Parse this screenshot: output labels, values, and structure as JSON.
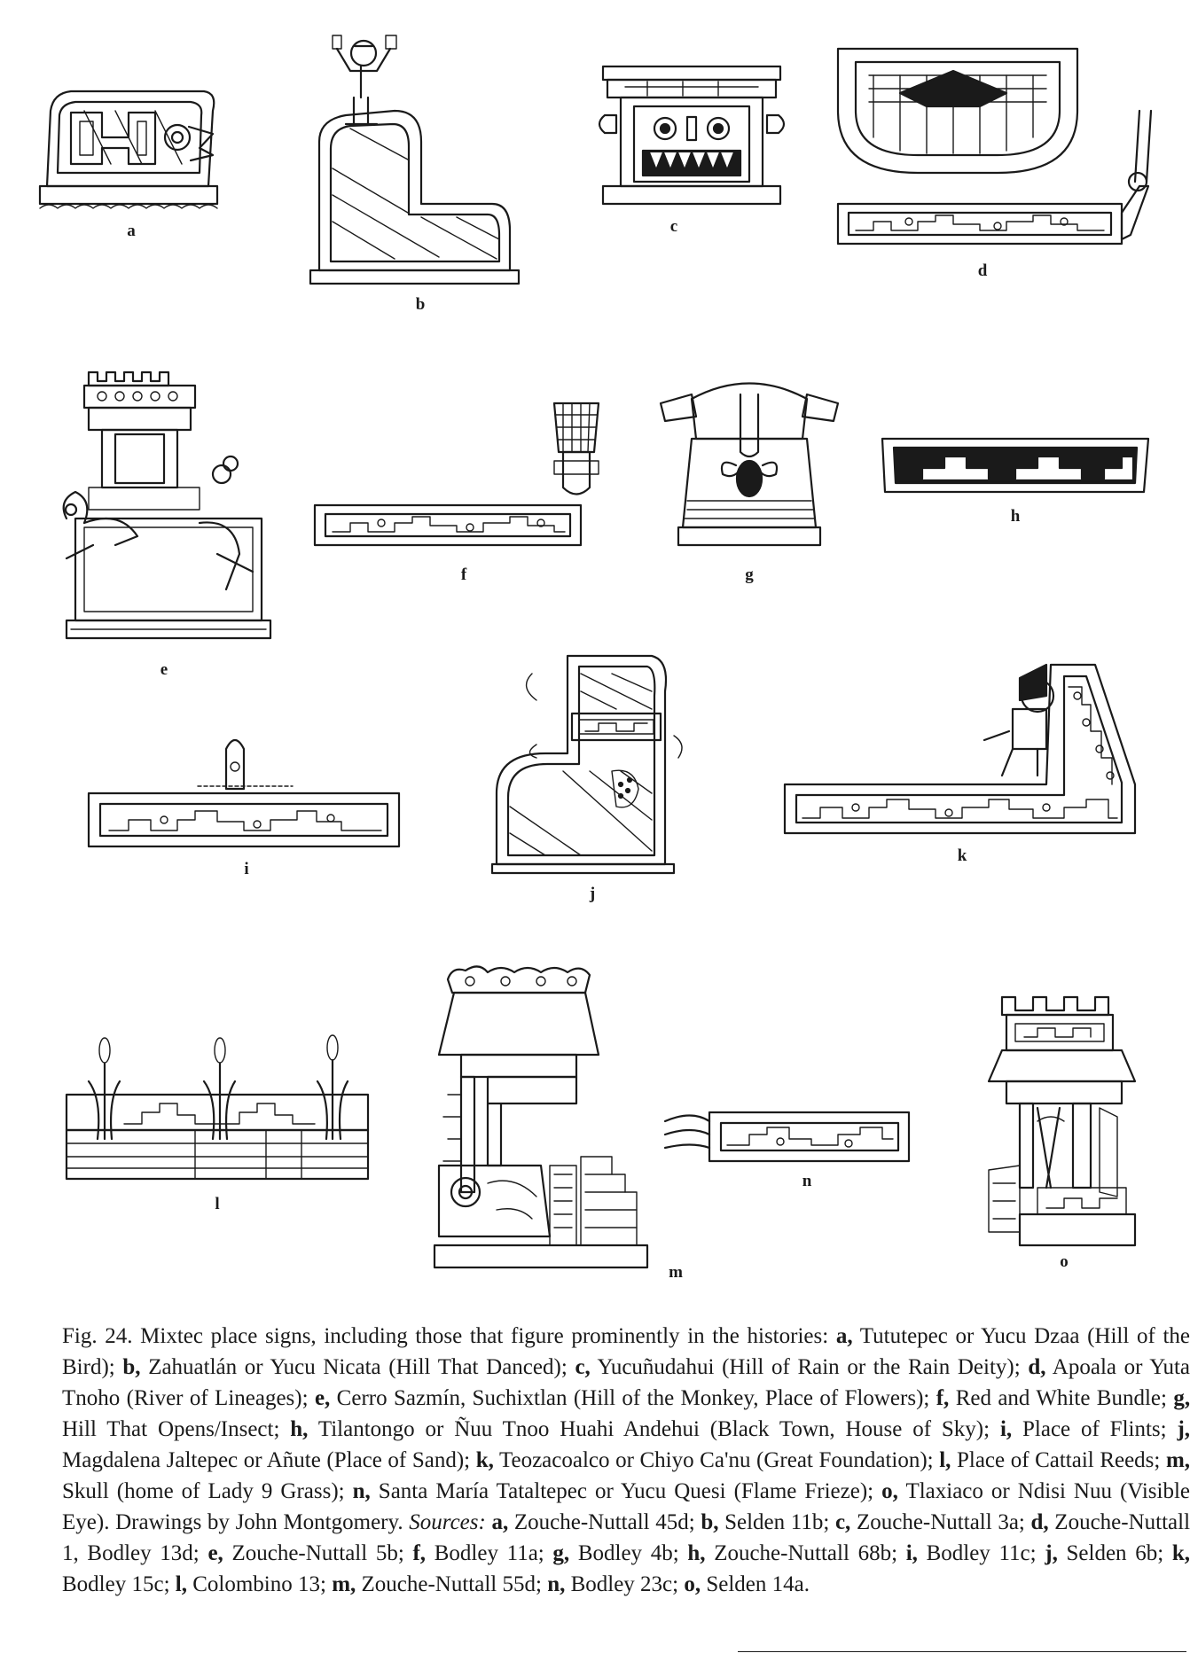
{
  "figure": {
    "labels": [
      "a",
      "b",
      "c",
      "d",
      "e",
      "f",
      "g",
      "h",
      "i",
      "j",
      "k",
      "l",
      "m",
      "n",
      "o"
    ]
  },
  "caption": {
    "fig_number": "Fig. 24.",
    "intro": "Mixtec place signs, including those that figure prominently in the histories:",
    "entries": [
      {
        "key": "a,",
        "text": "Tututepec or Yucu Dzaa (Hill of the Bird);"
      },
      {
        "key": "b,",
        "text": "Zahuatlán or Yucu Nicata (Hill That Danced);"
      },
      {
        "key": "c,",
        "text": "Yucuñudahui (Hill of Rain or the Rain Deity);"
      },
      {
        "key": "d,",
        "text": "Apoala or Yuta Tnoho (River of Lineages);"
      },
      {
        "key": "e,",
        "text": "Cerro Sazmín, Suchixtlan (Hill of the Monkey, Place of Flowers);"
      },
      {
        "key": "f,",
        "text": "Red and White Bundle;"
      },
      {
        "key": "g,",
        "text": "Hill That Opens/Insect;"
      },
      {
        "key": "h,",
        "text": "Tilantongo or Ñuu Tnoo Huahi Andehui (Black Town, House of Sky);"
      },
      {
        "key": "i,",
        "text": "Place of Flints;"
      },
      {
        "key": "j,",
        "text": "Magdalena Jaltepec or Añute (Place of Sand);"
      },
      {
        "key": "k,",
        "text": "Teozacoalco or Chiyo Ca'nu (Great Foundation);"
      },
      {
        "key": "l,",
        "text": "Place of Cattail Reeds;"
      },
      {
        "key": "m,",
        "text": "Skull (home of Lady 9 Grass);"
      },
      {
        "key": "n,",
        "text": "Santa María Tataltepec or Yucu Quesi (Flame Frieze);"
      },
      {
        "key": "o,",
        "text": "Tlaxiaco or Ndisi Nuu (Visible Eye)."
      }
    ],
    "credit": "Drawings by John Montgomery.",
    "sources_label": "Sources:",
    "sources": [
      {
        "key": "a,",
        "text": "Zouche-Nuttall 45d;"
      },
      {
        "key": "b,",
        "text": "Selden 11b;"
      },
      {
        "key": "c,",
        "text": "Zouche-Nuttall 3a;"
      },
      {
        "key": "d,",
        "text": "Zouche-Nuttall 1, Bodley 13d;"
      },
      {
        "key": "e,",
        "text": "Zouche-Nuttall 5b;"
      },
      {
        "key": "f,",
        "text": "Bodley 11a;"
      },
      {
        "key": "g,",
        "text": "Bodley 4b;"
      },
      {
        "key": "h,",
        "text": "Zouche-Nuttall 68b;"
      },
      {
        "key": "i,",
        "text": "Bodley 11c;"
      },
      {
        "key": "j,",
        "text": "Selden 6b;"
      },
      {
        "key": "k,",
        "text": "Bodley 15c;"
      },
      {
        "key": "l,",
        "text": "Colombino 13;"
      },
      {
        "key": "m,",
        "text": "Zouche-Nuttall 55d;"
      },
      {
        "key": "n,",
        "text": "Bodley 23c;"
      },
      {
        "key": "o,",
        "text": "Selden 14a."
      }
    ]
  }
}
